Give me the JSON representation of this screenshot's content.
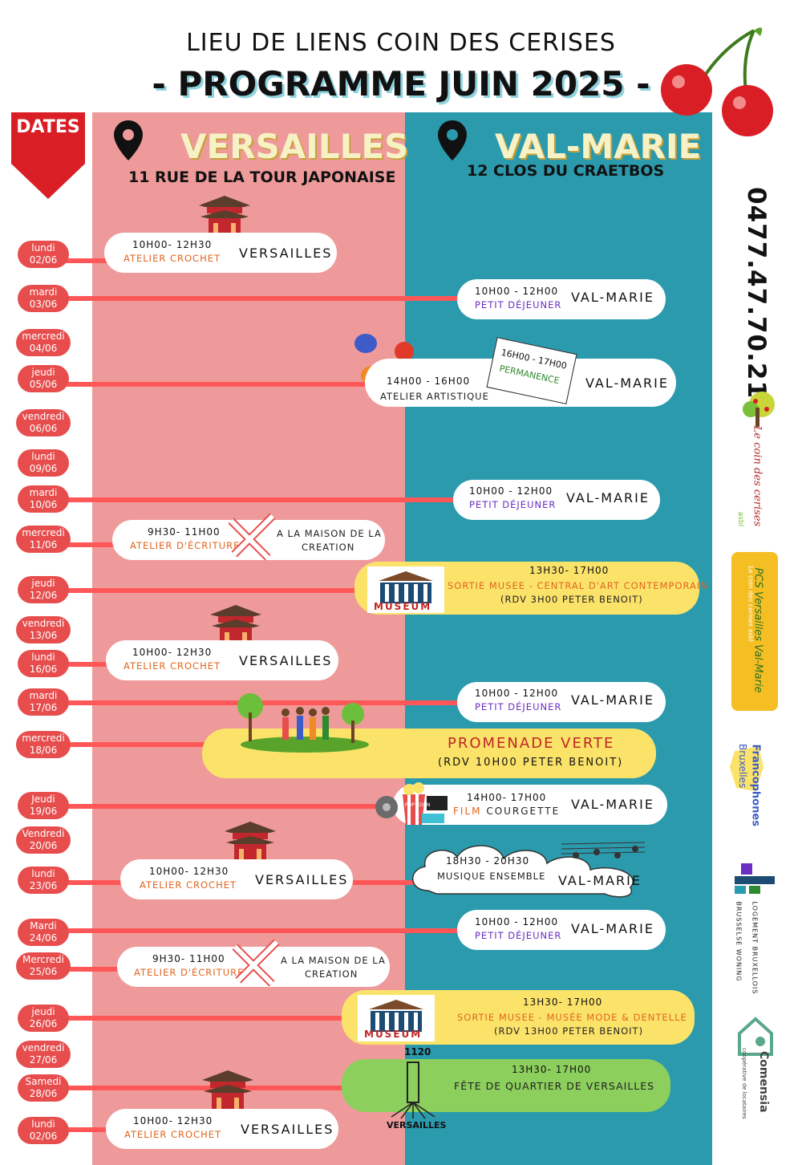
{
  "header": {
    "title": "LIEU DE LIENS COIN DES CERISES",
    "subtitle": "- PROGRAMME JUIN 2025 -"
  },
  "dates_label": "DATES",
  "locations": {
    "versailles": {
      "name": "VERSAILLES",
      "address": "11 RUE DE LA TOUR JAPONAISE"
    },
    "valmarie": {
      "name": "VAL-MARIE",
      "address": "12 CLOS DU CRAETBOS"
    }
  },
  "phone": "0477.47.70.21",
  "dates": [
    {
      "day": "lundi",
      "date": "02/06"
    },
    {
      "day": "mardi",
      "date": "03/06"
    },
    {
      "day": "mercredi",
      "date": "04/06"
    },
    {
      "day": "jeudi",
      "date": "05/06"
    },
    {
      "day": "vendredi",
      "date": "06/06"
    },
    {
      "day": "lundi",
      "date": "09/06"
    },
    {
      "day": "mardi",
      "date": "10/06"
    },
    {
      "day": "mercredi",
      "date": "11/06"
    },
    {
      "day": "jeudi",
      "date": "12/06"
    },
    {
      "day": "vendredi",
      "date": "13/06"
    },
    {
      "day": "lundi",
      "date": "16/06"
    },
    {
      "day": "mardi",
      "date": "17/06"
    },
    {
      "day": "mercredi",
      "date": "18/06"
    },
    {
      "day": "Jeudi",
      "date": "19/06"
    },
    {
      "day": "Vendredi",
      "date": "20/06"
    },
    {
      "day": "lundi",
      "date": "23/06"
    },
    {
      "day": "Mardi",
      "date": "24/06"
    },
    {
      "day": "Mercredi",
      "date": "25/06"
    },
    {
      "day": "jeudi",
      "date": "26/06"
    },
    {
      "day": "vendredi",
      "date": "27/06"
    },
    {
      "day": "Samedi",
      "date": "28/06"
    },
    {
      "day": "lundi",
      "date": "02/06"
    }
  ],
  "events": {
    "e1": {
      "time": "10H00- 12H30",
      "activity": "ATELIER CROCHET",
      "place": "VERSAILLES"
    },
    "e2": {
      "time": "10H00 - 12H00",
      "activity": "PETIT DÉJEUNER",
      "place": "VAL-MARIE"
    },
    "e3": {
      "time": "14H00 - 16H00",
      "activity": "ATELIER ARTISTIQUE",
      "note_time": "16H00 - 17H00",
      "note_text": "PERMANENCE",
      "place": "VAL-MARIE"
    },
    "e4": {
      "time": "10H00 - 12H00",
      "activity": "PETIT DÉJEUNER",
      "place": "VAL-MARIE"
    },
    "e5": {
      "time": "9H30- 11H00",
      "activity": "ATELIER D'ÉCRITURE",
      "place_line1": "A LA MAISON DE LA",
      "place_line2": "CREATION"
    },
    "e6": {
      "time": "13H30- 17H00",
      "line1": "SORTIE MUSEE - CENTRAL D'ART CONTEMPORAIN",
      "line2": "(RDV 3H00 PETER BENOIT)",
      "icon_label": "MUSEUM"
    },
    "e7": {
      "time": "10H00- 12H30",
      "activity": "ATELIER CROCHET",
      "place": "VERSAILLES"
    },
    "e8": {
      "time": "10H00 - 12H00",
      "activity": "PETIT DÉJEUNER",
      "place": "VAL-MARIE"
    },
    "e9": {
      "line1": "PROMENADE VERTE",
      "line2": "(RDV 10H00 PETER BENOIT)"
    },
    "e10": {
      "time": "14H00- 17H00",
      "activity_prefix": "FILM",
      "activity": "COURGETTE",
      "place": "VAL-MARIE",
      "icon_label": "POP CORN"
    },
    "e11": {
      "time": "10H00- 12H30",
      "activity": "ATELIER CROCHET",
      "place": "VERSAILLES"
    },
    "e12": {
      "time": "18H30 - 20H30",
      "activity": "MUSIQUE ENSEMBLE",
      "place": "VAL-MARIE"
    },
    "e13": {
      "time": "10H00 - 12H00",
      "activity": "PETIT DÉJEUNER",
      "place": "VAL-MARIE"
    },
    "e14": {
      "time": "9H30- 11H00",
      "activity": "ATELIER D'ÉCRITURE",
      "place_line1": "A LA MAISON DE LA",
      "place_line2": "CREATION"
    },
    "e15": {
      "time": "13H30- 17H00",
      "line1": "SORTIE MUSEE - MUSÉE MODE & DENTELLE",
      "line2": "(RDV 13H00 PETER BENOIT)",
      "icon_label": "MUSEUM"
    },
    "e16": {
      "time": "13H30- 17H00",
      "line1": "FÊTE DE QUARTIER DE VERSAILLES",
      "icon_top": "1120",
      "icon_bottom": "VERSAILLES"
    },
    "e17": {
      "time": "10H00- 12H30",
      "activity": "ATELIER CROCHET",
      "place": "VERSAILLES"
    }
  },
  "partners": {
    "p1": {
      "line1": "Le coin des cerises",
      "line2": "asbl"
    },
    "p2": {
      "line1": "PCS Versailles Val-Marie",
      "line2": "Le coin des cerises asbl"
    },
    "p3": {
      "line1": "Francophones",
      "line2": "Bruxelles"
    },
    "p4": {
      "line1": "LOGEMENT BRUXELLOIS",
      "line2": "BRUSSELSE WONING"
    },
    "p5": {
      "line1": "Comensia",
      "line2": "coopérative de locataires"
    }
  },
  "colors": {
    "pink": "#ef9a9a",
    "teal": "#2b9aad",
    "red": "#e84d4d",
    "line": "#ff5757",
    "yellow": "#fbe36a",
    "green": "#8ccf5c",
    "orange": "#e2651d",
    "purple": "#6a2ec2"
  }
}
